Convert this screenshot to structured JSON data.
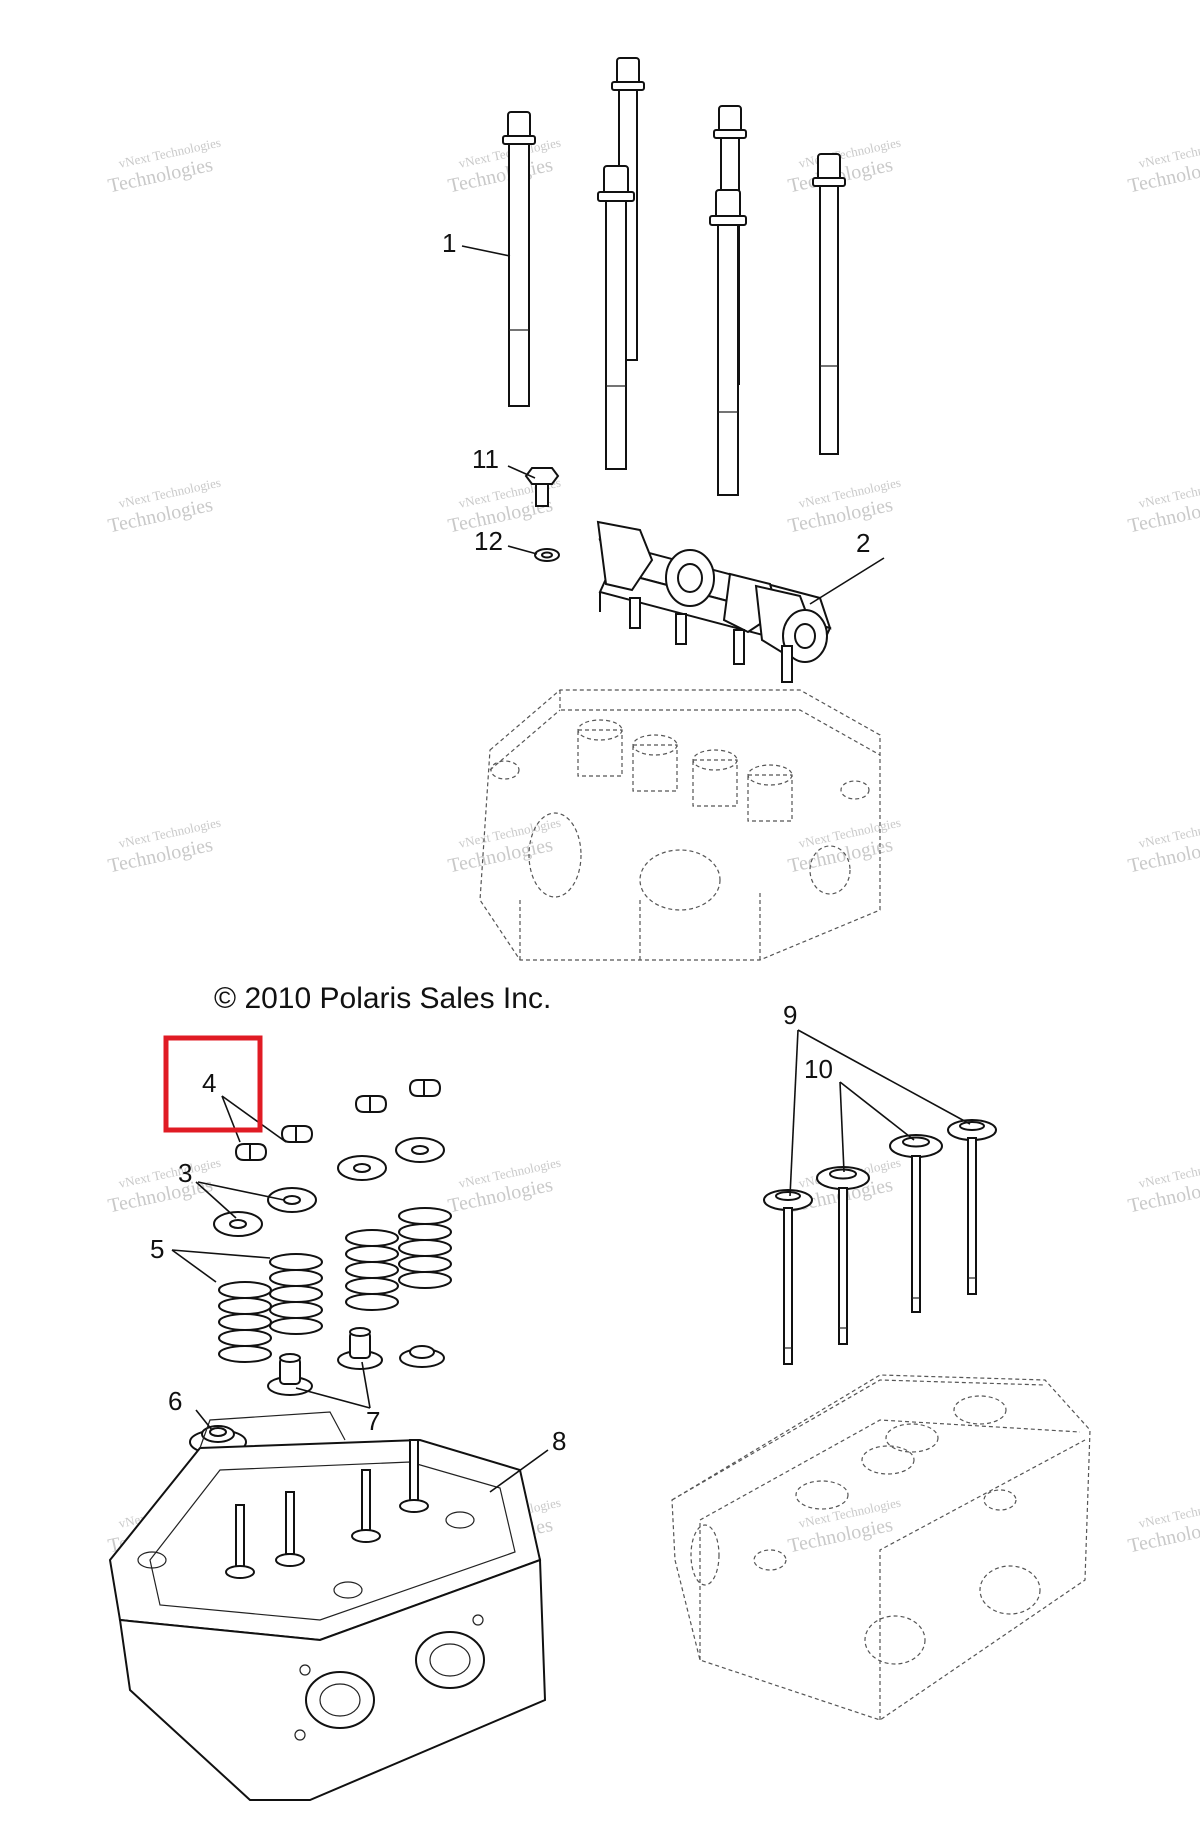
{
  "copyright": "© 2010 Polaris Sales Inc.",
  "watermark": {
    "line1": "vNext Technologies",
    "line2": "Technologies"
  },
  "highlight_color": "#e01b24",
  "callouts": [
    {
      "id": "1",
      "label": "1"
    },
    {
      "id": "2",
      "label": "2"
    },
    {
      "id": "3",
      "label": "3"
    },
    {
      "id": "4",
      "label": "4"
    },
    {
      "id": "5",
      "label": "5"
    },
    {
      "id": "6",
      "label": "6"
    },
    {
      "id": "7",
      "label": "7"
    },
    {
      "id": "8",
      "label": "8"
    },
    {
      "id": "9",
      "label": "9"
    },
    {
      "id": "10",
      "label": "10"
    },
    {
      "id": "11",
      "label": "11"
    },
    {
      "id": "12",
      "label": "12"
    }
  ]
}
